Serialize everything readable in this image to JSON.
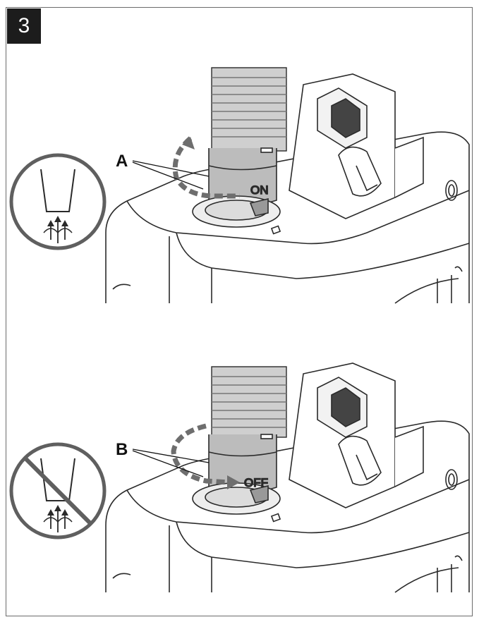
{
  "step": {
    "number": "3"
  },
  "panel_on": {
    "callout": "A",
    "dial_label": "ON",
    "arrow_color": "#6e6e6e",
    "icon_state": "suction-allowed"
  },
  "panel_off": {
    "callout": "B",
    "dial_label": "OFF",
    "arrow_color": "#6e6e6e",
    "icon_state": "suction-prohibited"
  },
  "colors": {
    "line": "#2a2a2a",
    "dial_fill": "#b9b9b9",
    "hose_fill": "#cfcfcf",
    "icon_circle": "#5f5f5f",
    "badge": "#1c1c1c"
  },
  "icons": [
    "suction-nozzle-icon",
    "no-suction-nozzle-icon"
  ]
}
